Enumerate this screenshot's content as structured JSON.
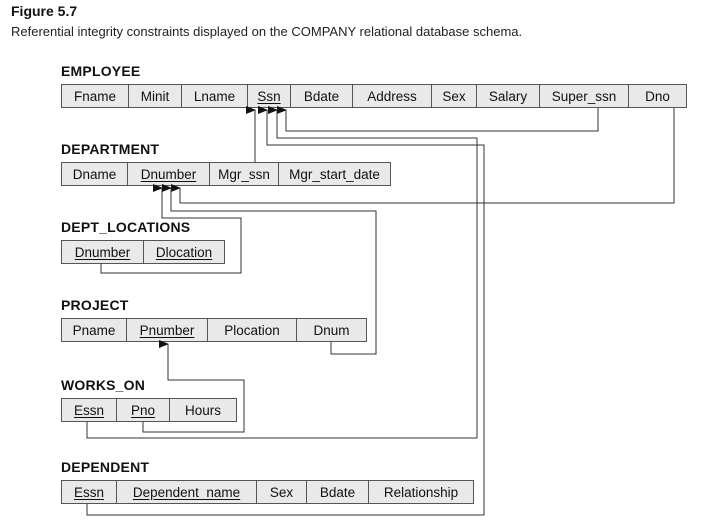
{
  "figure": {
    "label": "Figure 5.7",
    "caption": "Referential integrity constraints displayed on the COMPANY relational database schema."
  },
  "relations": [
    {
      "name": "EMPLOYEE",
      "attributes": [
        {
          "name": "Fname",
          "key": false
        },
        {
          "name": "Minit",
          "key": false
        },
        {
          "name": "Lname",
          "key": false
        },
        {
          "name": "Ssn",
          "key": true
        },
        {
          "name": "Bdate",
          "key": false
        },
        {
          "name": "Address",
          "key": false
        },
        {
          "name": "Sex",
          "key": false
        },
        {
          "name": "Salary",
          "key": false
        },
        {
          "name": "Super_ssn",
          "key": false
        },
        {
          "name": "Dno",
          "key": false
        }
      ]
    },
    {
      "name": "DEPARTMENT",
      "attributes": [
        {
          "name": "Dname",
          "key": false
        },
        {
          "name": "Dnumber",
          "key": true
        },
        {
          "name": "Mgr_ssn",
          "key": false
        },
        {
          "name": "Mgr_start_date",
          "key": false
        }
      ]
    },
    {
      "name": "DEPT_LOCATIONS",
      "attributes": [
        {
          "name": "Dnumber",
          "key": true
        },
        {
          "name": "Dlocation",
          "key": true
        }
      ]
    },
    {
      "name": "PROJECT",
      "attributes": [
        {
          "name": "Pname",
          "key": false
        },
        {
          "name": "Pnumber",
          "key": true
        },
        {
          "name": "Plocation",
          "key": false
        },
        {
          "name": "Dnum",
          "key": false
        }
      ]
    },
    {
      "name": "WORKS_ON",
      "attributes": [
        {
          "name": "Essn",
          "key": true
        },
        {
          "name": "Pno",
          "key": true
        },
        {
          "name": "Hours",
          "key": false
        }
      ]
    },
    {
      "name": "DEPENDENT",
      "attributes": [
        {
          "name": "Essn",
          "key": true
        },
        {
          "name": "Dependent_name",
          "key": true
        },
        {
          "name": "Sex",
          "key": false
        },
        {
          "name": "Bdate",
          "key": false
        },
        {
          "name": "Relationship",
          "key": false
        }
      ]
    }
  ],
  "references": [
    {
      "from": "EMPLOYEE.Super_ssn",
      "to": "EMPLOYEE.Ssn"
    },
    {
      "from": "EMPLOYEE.Dno",
      "to": "DEPARTMENT.Dnumber"
    },
    {
      "from": "DEPARTMENT.Mgr_ssn",
      "to": "EMPLOYEE.Ssn"
    },
    {
      "from": "DEPT_LOCATIONS.Dnumber",
      "to": "DEPARTMENT.Dnumber"
    },
    {
      "from": "PROJECT.Dnum",
      "to": "DEPARTMENT.Dnumber"
    },
    {
      "from": "WORKS_ON.Essn",
      "to": "EMPLOYEE.Ssn"
    },
    {
      "from": "WORKS_ON.Pno",
      "to": "PROJECT.Pnumber"
    },
    {
      "from": "DEPENDENT.Essn",
      "to": "EMPLOYEE.Ssn"
    }
  ],
  "colors": {
    "cell_fill": "#e9e9e9",
    "border": "#555555",
    "line": "#333333"
  }
}
